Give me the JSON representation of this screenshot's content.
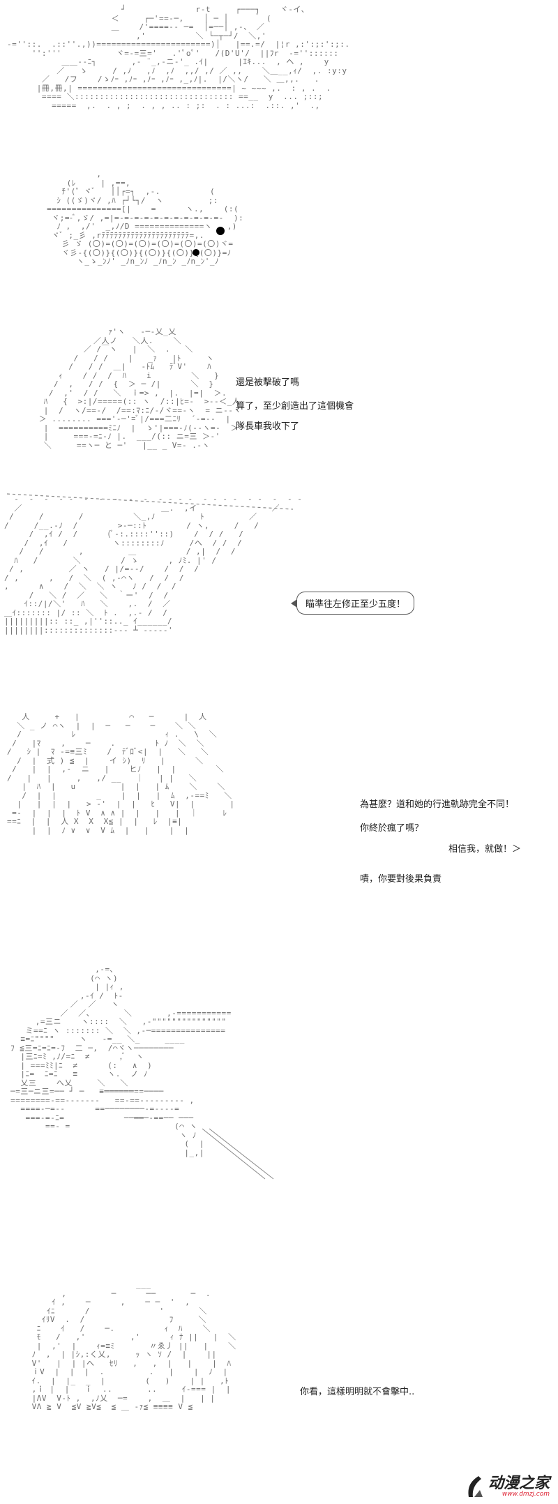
{
  "panels": {
    "p3": {
      "lines": [
        "還是被擊破了嗎",
        "算了，至少創造出了這個機會",
        "隊長車我收下了"
      ]
    },
    "p4": {
      "bubble": "瞄準往左修正至少五度！"
    },
    "p5": {
      "lines": [
        "為甚麼？道和她的行進軌跡完全不同！",
        "你終於瘋了嗎？",
        "相信我，就做！＞",
        "嘖，你要對後果負責"
      ]
    },
    "p7": {
      "lines": [
        "你看，這樣明明就不會擊中.."
      ]
    }
  },
  "watermark": {
    "name": "动漫之家",
    "url": "www.dmzj.com"
  },
  "colors": {
    "art": "#6a6a6a",
    "text": "#222222",
    "watermark_url": "#dd2233"
  }
}
